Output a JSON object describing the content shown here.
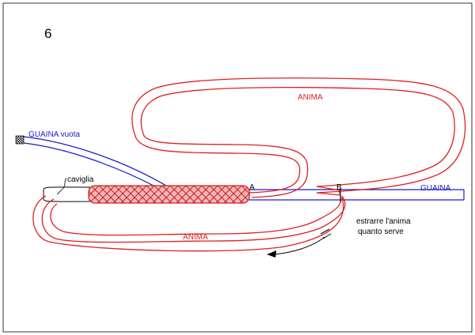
{
  "figure_number": "6",
  "labels": {
    "guaina_vuota": "GUAINA vuota",
    "caviglia": "caviglia",
    "anima_top": "ANIMA",
    "anima_bottom": "ANIMA",
    "point_a": "A",
    "point_b": "B",
    "guaina_right": "GUAINA",
    "instruction_line1": "estrarre l'anima",
    "instruction_line2": "quanto serve"
  },
  "colors": {
    "anima": "#e02020",
    "guaina": "#1a1acc",
    "braid_fill": "#f2b8b8",
    "ink": "#000000"
  }
}
